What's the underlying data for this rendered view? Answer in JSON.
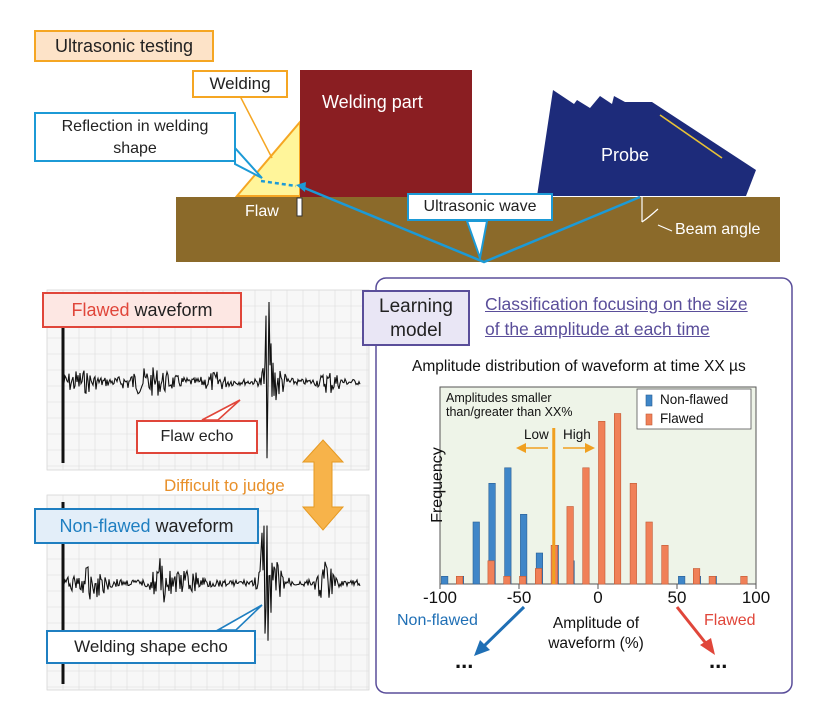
{
  "top": {
    "title": "Ultrasonic testing",
    "welding_label": "Welding",
    "welding_part": "Welding part",
    "reflection_line1": "Reflection in welding",
    "reflection_line2": "shape",
    "flaw": "Flaw",
    "probe": "Probe",
    "ultrasonic_wave": "Ultrasonic wave",
    "beam_angle": "Beam angle"
  },
  "left": {
    "flawed_highlight": "Flawed",
    "flawed_rest": " waveform",
    "flaw_echo": "Flaw echo",
    "difficult": "Difficult to judge",
    "nonflawed_highlight": "Non-flawed",
    "nonflawed_rest": " waveform",
    "welding_shape_echo": "Welding shape echo"
  },
  "right": {
    "model_line1": "Learning",
    "model_line2": "model",
    "classification_line1": "Classification focusing on the size",
    "classification_line2": "of the amplitude at each time",
    "dist_title": "Amplitude distribution of waveform at time XX µs",
    "amp_note_line1": "Amplitudes smaller",
    "amp_note_line2": "than/greater than XX%",
    "low": "Low",
    "high": "High",
    "non_flawed_arrow": "Non-flawed",
    "flawed_arrow": "Flawed",
    "ellipsis_left": "...",
    "ellipsis_right": "..."
  },
  "chart_data": {
    "type": "bar",
    "title": "Amplitude distribution of waveform at time XX µs",
    "xlabel": "Amplitude of waveform (%)",
    "ylabel": "Frequency",
    "xlim": [
      -100,
      100
    ],
    "xticks": [
      -100,
      -50,
      0,
      50,
      100
    ],
    "threshold": -28,
    "legend_position": "top-right",
    "series": [
      {
        "name": "Non-flawed",
        "color": "#3f86c8",
        "x": [
          -95,
          -85,
          -75,
          -65,
          -55,
          -45,
          -35,
          -25,
          -15,
          55,
          65,
          75
        ],
        "y": [
          1,
          1,
          8,
          13,
          15,
          9,
          4,
          5,
          3,
          1,
          1,
          1
        ]
      },
      {
        "name": "Flawed",
        "color": "#f08058",
        "x": [
          -90,
          -70,
          -60,
          -50,
          -40,
          -30,
          -20,
          -10,
          0,
          10,
          20,
          30,
          40,
          60,
          70,
          90
        ],
        "y": [
          1,
          3,
          1,
          1,
          2,
          5,
          10,
          15,
          21,
          22,
          13,
          8,
          5,
          2,
          1,
          1
        ]
      }
    ]
  }
}
